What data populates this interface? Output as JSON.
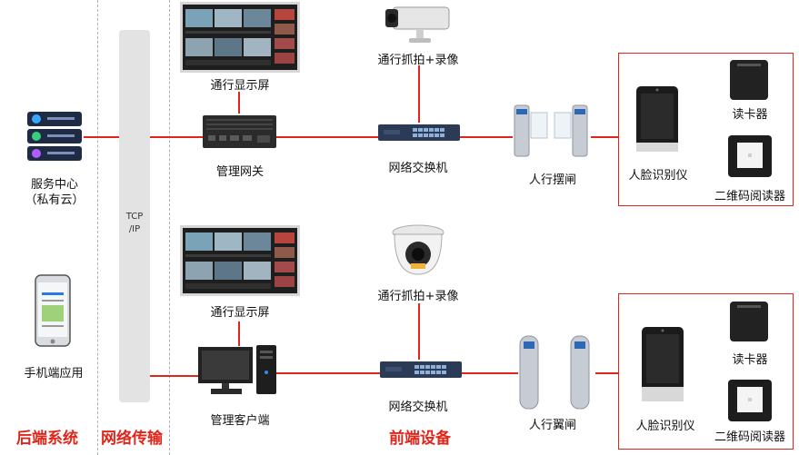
{
  "sections": {
    "backend": "后端系统",
    "network": "网络传输",
    "frontend": "前端设备"
  },
  "tcp_label_top": "TCP",
  "tcp_label_bottom": "/IP",
  "backend": {
    "server_label_1": "服务中心",
    "server_label_2": "（私有云）",
    "phone_label": "手机端应用"
  },
  "top_row": {
    "monitor_label": "通行显示屏",
    "gateway_label": "管理网关",
    "camera_label": "通行抓拍+录像",
    "switch_label": "网络交换机",
    "gate_label": "人行摆闸",
    "face_label": "人脸识别仪",
    "card_label": "读卡器",
    "qr_label": "二维码阅读器"
  },
  "bottom_row": {
    "monitor_label": "通行显示屏",
    "client_label": "管理客户端",
    "camera_label": "通行抓拍+录像",
    "switch_label": "网络交换机",
    "gate_label": "人行翼闸",
    "face_label": "人脸识别仪",
    "card_label": "读卡器",
    "qr_label": "二维码阅读器"
  },
  "colors": {
    "accent": "#e0261b",
    "tcp_bar": "#e3e3e3",
    "divider": "#9fb3c8"
  }
}
